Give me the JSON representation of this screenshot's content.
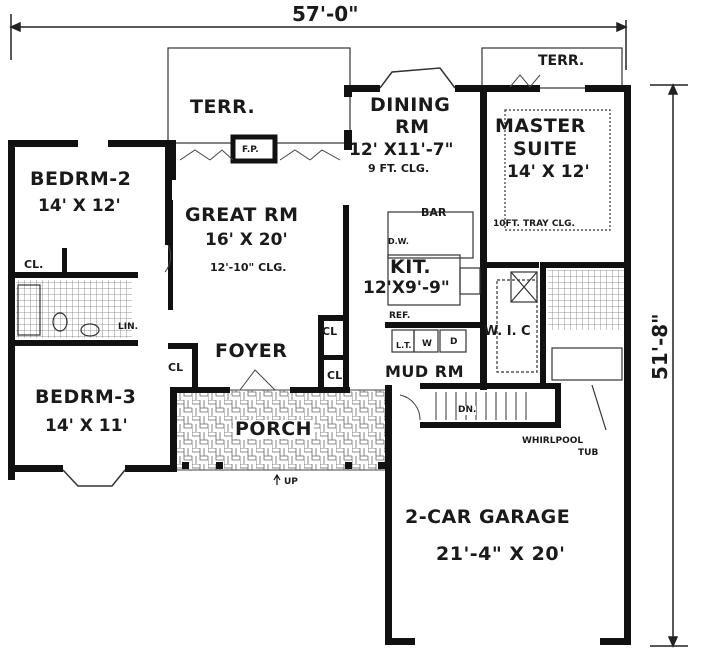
{
  "plan": {
    "overall_width": "57'-0\"",
    "overall_depth": "51'-8\""
  },
  "rooms": {
    "terr_left": {
      "name": "TERR."
    },
    "terr_right": {
      "name": "TERR."
    },
    "dining": {
      "name1": "DINING",
      "name2": "RM",
      "size": "12' X11'-7\"",
      "ceiling": "9 FT. CLG."
    },
    "master": {
      "name1": "MASTER",
      "name2": "SUITE",
      "size": "14' X 12'",
      "ceiling": "10FT. TRAY CLG."
    },
    "bedroom2": {
      "name": "BEDRM-2",
      "size": "14' X 12'"
    },
    "great_room": {
      "name": "GREAT RM",
      "size": "16' X 20'",
      "ceiling": "12'-10\" CLG."
    },
    "kitchen": {
      "name": "KIT.",
      "size": "12'X9'-9\""
    },
    "bedroom3": {
      "name": "BEDRM-3",
      "size": "14' X 11'"
    },
    "foyer": {
      "name": "FOYER"
    },
    "porch": {
      "name": "PORCH"
    },
    "mud_room": {
      "name": "MUD RM"
    },
    "wic": {
      "name": "W. I. C"
    },
    "garage": {
      "name": "2-CAR GARAGE",
      "size": "21'-4\" X 20'"
    }
  },
  "fixtures": {
    "fireplace": "F.P.",
    "bar": "BAR",
    "dishwasher": "D.W.",
    "refrigerator": "REF.",
    "laundry_tub": "L.T.",
    "washer": "W",
    "dryer": "D",
    "closet_bed2": "CL.",
    "linen": "LIN.",
    "closet_bed3": "CL",
    "closet_foyer1": "CL",
    "closet_foyer2": "CL",
    "stairs_down": "DN.",
    "porch_up": "UP",
    "whirlpool1": "WHIRLPOOL",
    "whirlpool2": "TUB"
  }
}
